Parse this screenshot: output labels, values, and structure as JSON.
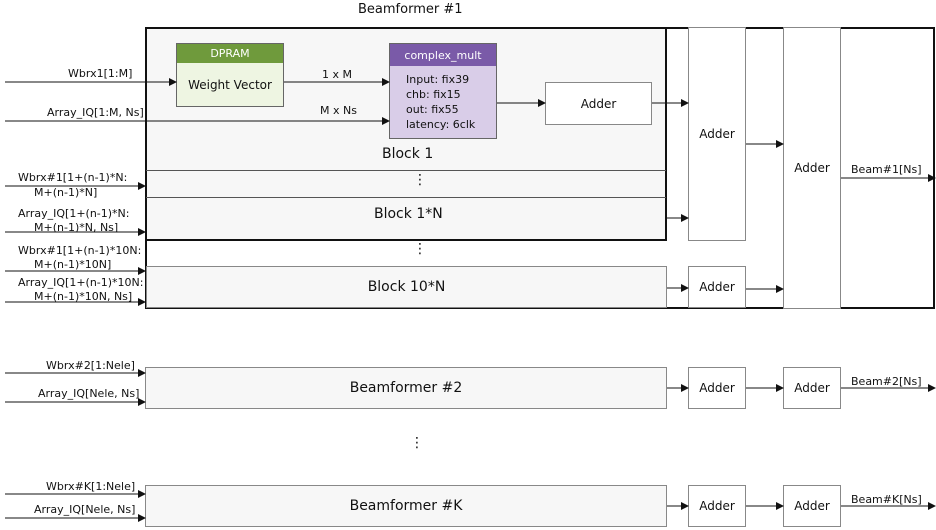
{
  "title": "Beamformer #1",
  "dpram": {
    "header": "DPRAM",
    "body": "Weight Vector"
  },
  "cmult": {
    "header": "complex_mult",
    "lines": [
      "Input: fix39",
      "chb: fix15",
      "out: fix55",
      "latency: 6clk"
    ]
  },
  "adder_label": "Adder",
  "wire_labels": {
    "one_by_m": "1 x M",
    "m_by_ns": "M x Ns"
  },
  "blocks": {
    "block1": "Block 1",
    "block1n": "Block 1*N",
    "block10n": "Block 10*N"
  },
  "vdots": "⋮",
  "inputs": {
    "wbrx1": "Wbrx1[1:M]",
    "array_iq1": "Array_IQ[1:M, Ns]",
    "wbrx_n_l1": "Wbrx#1[1+(n-1)*N:",
    "wbrx_n_l2": "M+(n-1)*N]",
    "array_n_l1": "Array_IQ[1+(n-1)*N:",
    "array_n_l2": "M+(n-1)*N, Ns]",
    "wbrx_10n_l1": "Wbrx#1[1+(n-1)*10N:",
    "wbrx_10n_l2": "M+(n-1)*10N]",
    "array_10n_l1": "Array_IQ[1+(n-1)*10N:",
    "array_10n_l2": "M+(n-1)*10N, Ns]",
    "wbrx2": "Wbrx#2[1:Nele]",
    "array_nele_2": "Array_IQ[Nele, Ns]",
    "wbrxk": "Wbrx#K[1:Nele]",
    "array_nele_k": "Array_IQ[Nele, Ns]"
  },
  "beamformers": {
    "bf2": "Beamformer #2",
    "bfk": "Beamformer #K"
  },
  "outputs": {
    "beam1": "Beam#1[Ns]",
    "beam2": "Beam#2[Ns]",
    "beamk": "Beam#K[Ns]"
  },
  "colors": {
    "dpram_header": "#6f9a3c",
    "dpram_body": "#eef5e2",
    "cmult_header": "#7a5aa8",
    "cmult_body": "#d9cde8"
  }
}
